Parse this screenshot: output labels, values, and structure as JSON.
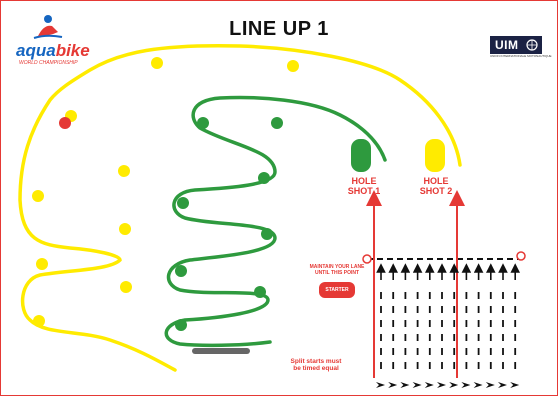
{
  "title": "LINE UP 1",
  "logo": {
    "word_a": "aqua",
    "word_b": "bike",
    "subtitle": "WORLD CHAMPIONSHIP"
  },
  "uim": {
    "mark": "UIM",
    "subtitle": "UNION INTERNATIONALE MOTONAUTIQUE"
  },
  "hole_shot_1": {
    "line1": "HOLE",
    "line2": "SHOT 1"
  },
  "hole_shot_2": {
    "line1": "HOLE",
    "line2": "SHOT 2"
  },
  "maintain_lane": {
    "line1": "MAINTAIN YOUR LANE",
    "line2": "UNTIL THIS POINT"
  },
  "starter": "STARTER",
  "split_note": {
    "line1": "Split starts must",
    "line2": "be timed equal"
  },
  "colors": {
    "outer_lane": "#ffeb00",
    "inner_lane": "#2e9a3e",
    "accent": "#e53935",
    "pad": "#666666"
  }
}
